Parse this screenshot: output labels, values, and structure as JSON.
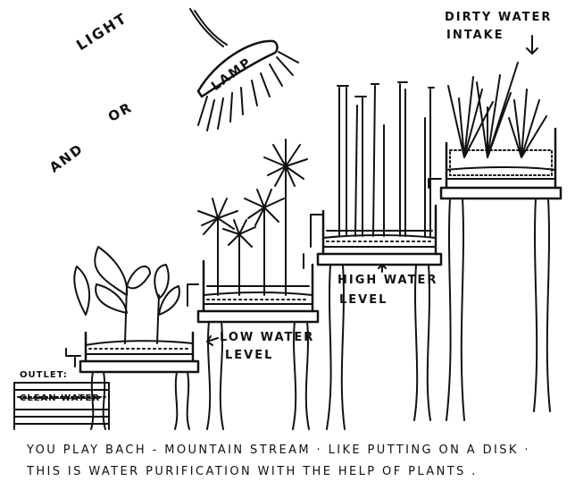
{
  "labels": {
    "light": "LIGHT",
    "and": "AND",
    "or": "OR",
    "lamp": "LAMP",
    "dirty_water_line1": "DIRTY WATER",
    "dirty_water_line2": "INTAKE",
    "high_water_line1": "HIGH WATER",
    "high_water_line2": "LEVEL",
    "low_water_line1": "LOW WATER",
    "low_water_line2": "LEVEL",
    "outlet_line1": "OUTLET:",
    "outlet_line2": "CLEAN WATER"
  },
  "caption": {
    "line1": "YOU PLAY BACH - MOUNTAIN STREAM · LIKE PUTTING ON A DISK ·",
    "line2": "THIS IS WATER PURIFICATION WITH THE HELP OF PLANTS ."
  },
  "colors": {
    "ink": "#111111",
    "paper": "#ffffff"
  }
}
